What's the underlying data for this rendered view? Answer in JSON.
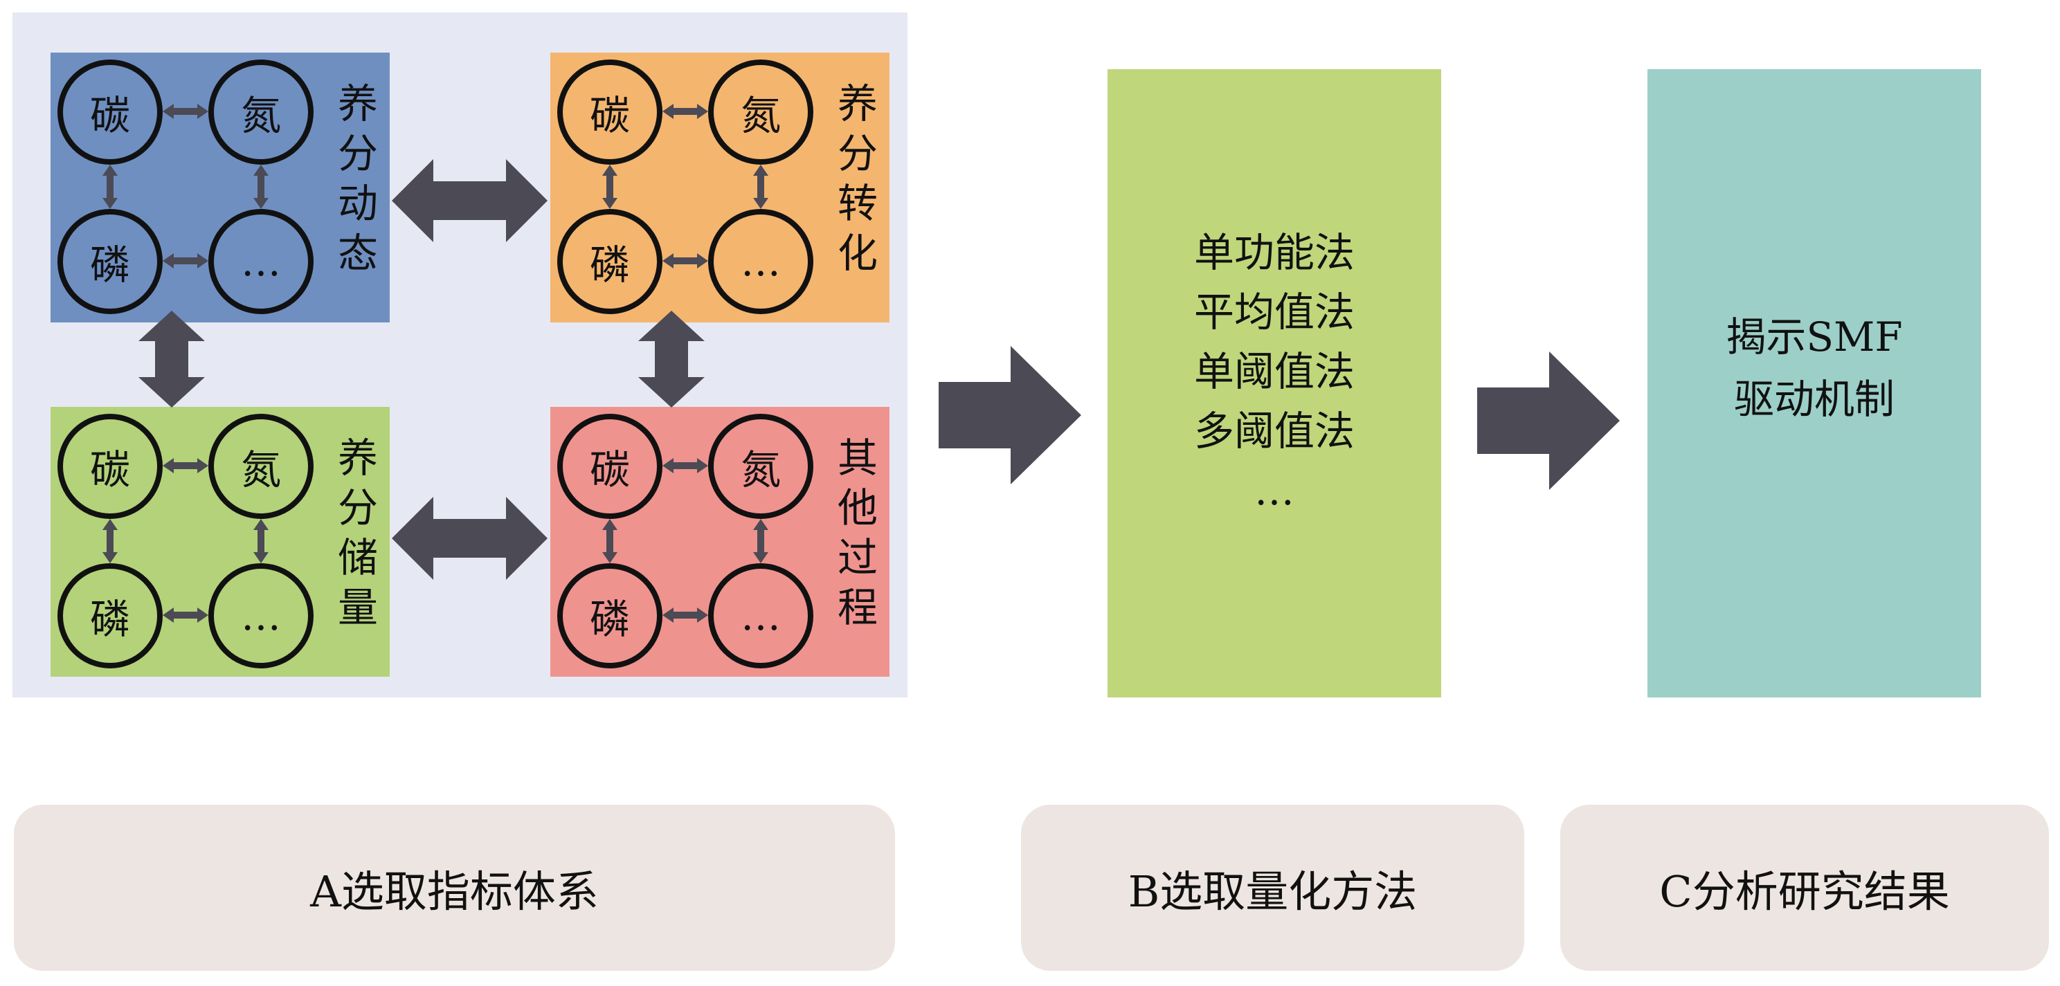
{
  "stage_a": {
    "modules": [
      {
        "label": "养分动态",
        "circles": [
          "碳",
          "氮",
          "磷",
          "…"
        ],
        "color": "#6f8fc1"
      },
      {
        "label": "养分转化",
        "circles": [
          "碳",
          "氮",
          "磷",
          "…"
        ],
        "color": "#f4b56f"
      },
      {
        "label": "养分储量",
        "circles": [
          "碳",
          "氮",
          "磷",
          "…"
        ],
        "color": "#b3d27a"
      },
      {
        "label": "其他过程",
        "circles": [
          "碳",
          "氮",
          "磷",
          "…"
        ],
        "color": "#ef938f"
      }
    ],
    "panel_color": "#e6e9f3",
    "caption": "A选取指标体系"
  },
  "stage_b": {
    "methods": [
      "单功能法",
      "平均值法",
      "单阈值法",
      "多阈值法",
      "…"
    ],
    "color": "#bfd67b",
    "caption": "B选取量化方法"
  },
  "stage_c": {
    "result_lines": [
      "揭示SMF",
      "驱动机制"
    ],
    "color": "#9ccfc8",
    "caption": "C分析研究结果"
  },
  "arrow_color": "#4b4a55",
  "pill_color": "#ede5e1"
}
